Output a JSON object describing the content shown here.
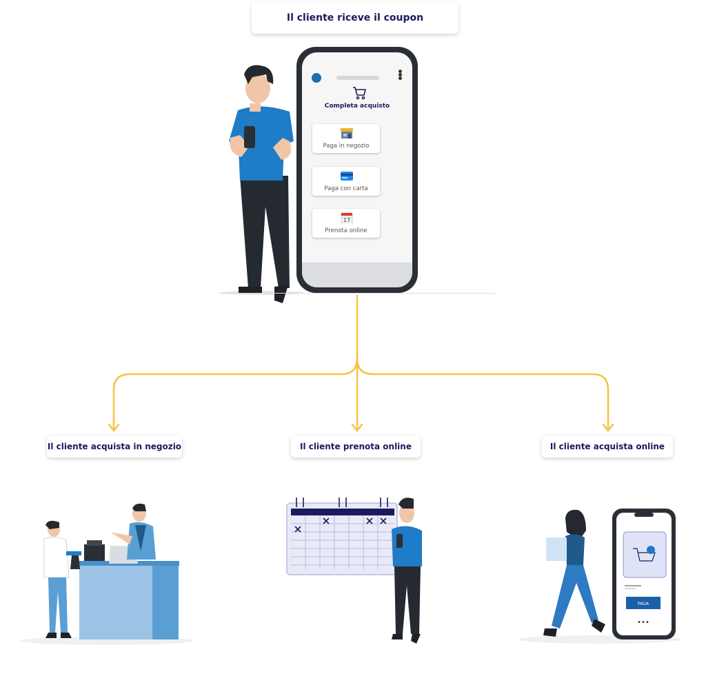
{
  "top_label": "Il cliente riceve il coupon",
  "phone": {
    "checkout_title": "Completa acquisto",
    "options": [
      {
        "label": "Paga in negozio",
        "icon": "store-icon"
      },
      {
        "label": "Paga con carta",
        "icon": "credit-card-icon"
      },
      {
        "label": "Prenota online",
        "icon": "calendar-icon"
      }
    ],
    "calendar_day": "17"
  },
  "branches": [
    {
      "label": "Il cliente acquista in negozio"
    },
    {
      "label": "Il cliente prenota online"
    },
    {
      "label": "Il cliente acquista online"
    }
  ],
  "online_phone": {
    "pay_button": "PAGA"
  },
  "colors": {
    "connector": "#f5c242",
    "shirt_blue": "#1e7cc8",
    "dark": "#2a2f36",
    "navy_text": "#1a1a5e"
  }
}
